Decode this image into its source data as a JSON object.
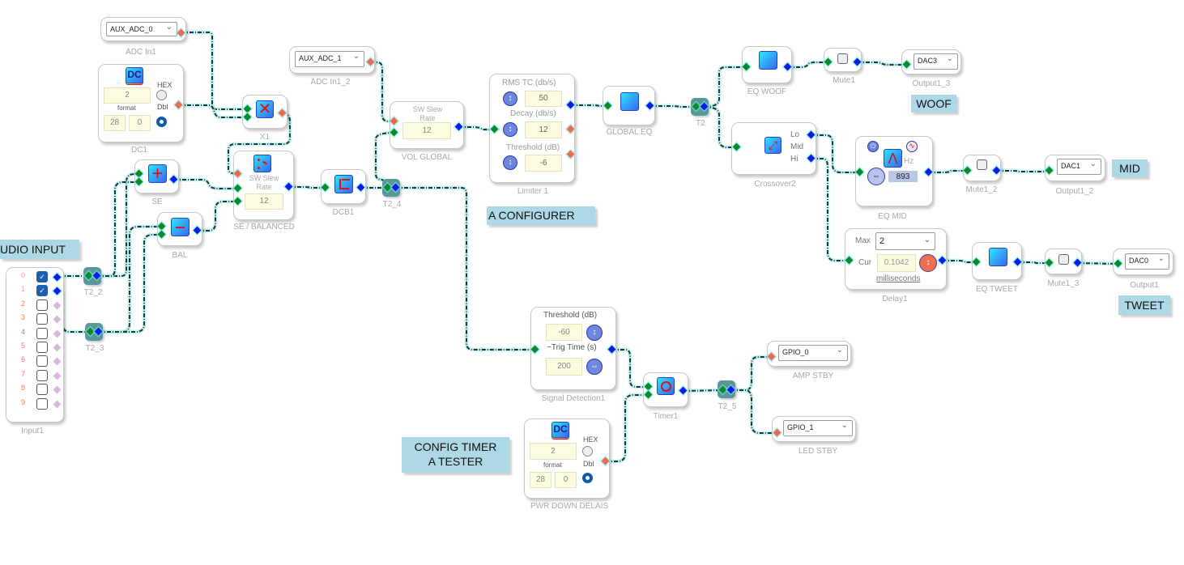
{
  "blocks": {
    "adc_in1": {
      "caption": "ADC In1",
      "select": "AUX_ADC_0"
    },
    "adc_in1_2": {
      "caption": "ADC In1_2",
      "select": "AUX_ADC_1"
    },
    "dc1": {
      "caption": "DC1",
      "icon": "DC",
      "value": "2",
      "format_label": "format",
      "format_a": "28",
      "format_b": "0",
      "hex_label": "HEX",
      "dbl_label": "Dbl"
    },
    "x1": {
      "caption": "X1",
      "icon": "multiply-icon"
    },
    "se": {
      "caption": "SE",
      "icon": "add-icon"
    },
    "bal": {
      "caption": "BAL",
      "icon": "subtract-icon"
    },
    "se_balanced": {
      "caption": "SE / BALANCED",
      "title": "SW Slew Rate",
      "value": "12"
    },
    "dcb1": {
      "caption": "DCB1",
      "icon": "dc-blocker-icon"
    },
    "t2_4": {
      "caption": "T2_4"
    },
    "vol_global": {
      "caption": "VOL GLOBAL",
      "title": "SW Slew Rate",
      "value": "12"
    },
    "limiter1": {
      "caption": "Limiter 1",
      "rms_label": "RMS TC (db/s)",
      "rms_value": "50",
      "decay_label": "Decay (db/s)",
      "decay_value": "12",
      "threshold_label": "Threshold (dB)",
      "threshold_value": "-6"
    },
    "global_eq": {
      "caption": "GLOBAL EQ"
    },
    "t2": {
      "caption": "T2"
    },
    "eq_woof": {
      "caption": "EQ WOOF"
    },
    "mute1": {
      "caption": "Mute1"
    },
    "output1_3": {
      "caption": "Output1_3",
      "select": "DAC3"
    },
    "crossover2": {
      "caption": "Crossover2",
      "lo": "Lo",
      "mid": "Mid",
      "hi": "Hi"
    },
    "eq_mid": {
      "caption": "EQ MID",
      "unit": "Hz",
      "value": "893"
    },
    "mute1_2": {
      "caption": "Mute1_2"
    },
    "output1_2": {
      "caption": "Output1_2",
      "select": "DAC1"
    },
    "delay1": {
      "caption": "Delay1",
      "max_label": "Max",
      "max_value": "2",
      "cur_label": "Cur",
      "cur_value": "0.1042",
      "unit": "milliseconds"
    },
    "eq_tweet": {
      "caption": "EQ TWEET"
    },
    "mute1_3": {
      "caption": "Mute1_3"
    },
    "output1": {
      "caption": "Output1",
      "select": "DAC0"
    },
    "input1": {
      "caption": "Input1",
      "channels": [
        "0",
        "1",
        "2",
        "3",
        "4",
        "5",
        "6",
        "7",
        "8",
        "9"
      ],
      "checked": [
        true,
        true,
        false,
        false,
        false,
        false,
        false,
        false,
        false,
        false
      ]
    },
    "t2_2": {
      "caption": "T2_2"
    },
    "t2_3": {
      "caption": "T2_3"
    },
    "signal_detection1": {
      "caption": "Signal Detection1",
      "threshold_label": "Threshold (dB)",
      "threshold_value": "-60",
      "trig_label": "~Trig Time (s)",
      "trig_value": "200"
    },
    "timer1": {
      "caption": "Timer1"
    },
    "t2_5": {
      "caption": "T2_5"
    },
    "amp_stby": {
      "caption": "AMP STBY",
      "select": "GPIO_0"
    },
    "led_stby": {
      "caption": "LED STBY",
      "select": "GPIO_1"
    },
    "pwr_down": {
      "caption": "PWR DOWN DELAIS",
      "icon": "DC",
      "value": "2",
      "format_label": "format",
      "format_a": "28",
      "format_b": "0",
      "hex_label": "HEX",
      "dbl_label": "Dbl"
    }
  },
  "notes": {
    "audio_input": "UDIO INPUT",
    "a_configurer": "A CONFIGURER",
    "woof": "WOOF",
    "mid": "MID",
    "tweet": "TWEET",
    "config_timer_1": "CONFIG TIMER",
    "config_timer_2": "A TESTER"
  },
  "colors": {
    "wire": "#0d3d3d",
    "pin_input": "#0a8a2a",
    "pin_output": "#0a1ee8",
    "pin_control": "#ee6a50",
    "note_bg": "#add8e6",
    "tee_bg": "#5a9898"
  }
}
